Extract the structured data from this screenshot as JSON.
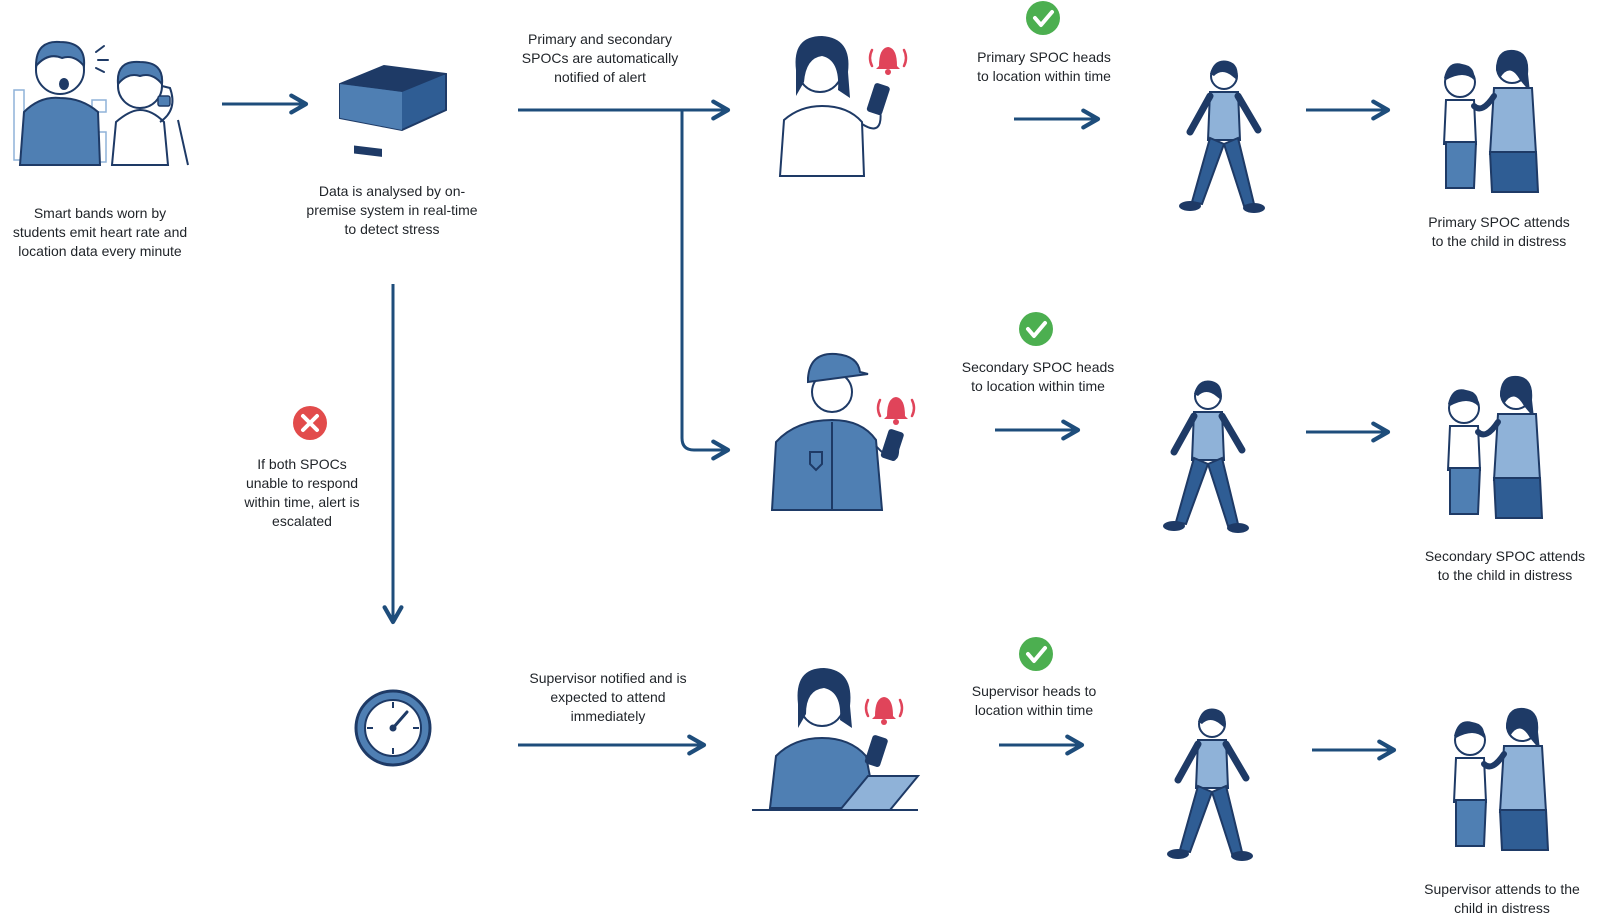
{
  "colors": {
    "arrow": "#1e4d7b",
    "ink": "#1f2328",
    "figure_blue": "#4f7fb3",
    "figure_dark": "#1e3a66",
    "figure_light": "#8fb2d8",
    "alert_red": "#e0445a",
    "check_green": "#4caf50",
    "cross_red": "#e24b4b"
  },
  "captions": {
    "smart_bands": "Smart bands worn by\nstudents emit heart rate and\nlocation data every minute",
    "data_analysed": "Data is analysed by on-\npremise system in real-time\nto detect stress",
    "spocs_notified": "Primary and secondary\nSPOCs are automatically\nnotified of alert",
    "primary_heads": "Primary SPOC heads\nto location within time",
    "primary_attends": "Primary SPOC attends\nto the child in distress",
    "secondary_heads": "Secondary SPOC heads\nto location within time",
    "secondary_attends": "Secondary SPOC attends\nto the child in distress",
    "escalated": "If both SPOCs\nunable to respond\nwithin time, alert is\nescalated",
    "supervisor_notified": "Supervisor notified and is\nexpected to attend\nimmediately",
    "supervisor_heads": "Supervisor heads to\nlocation within time",
    "supervisor_attends": "Supervisor attends to the\nchild in distress"
  },
  "icons": {
    "students": "students-smart-band-icon",
    "device": "on-premise-device-icon",
    "primary_phone": "primary-spoc-phone-alert-icon",
    "secondary_phone": "secondary-spoc-phone-alert-icon",
    "supervisor_laptop": "supervisor-laptop-alert-icon",
    "timer": "timer-icon",
    "check": "check-icon",
    "cross": "cross-icon",
    "walking": "walking-person-icon",
    "attending": "attending-child-icon"
  }
}
